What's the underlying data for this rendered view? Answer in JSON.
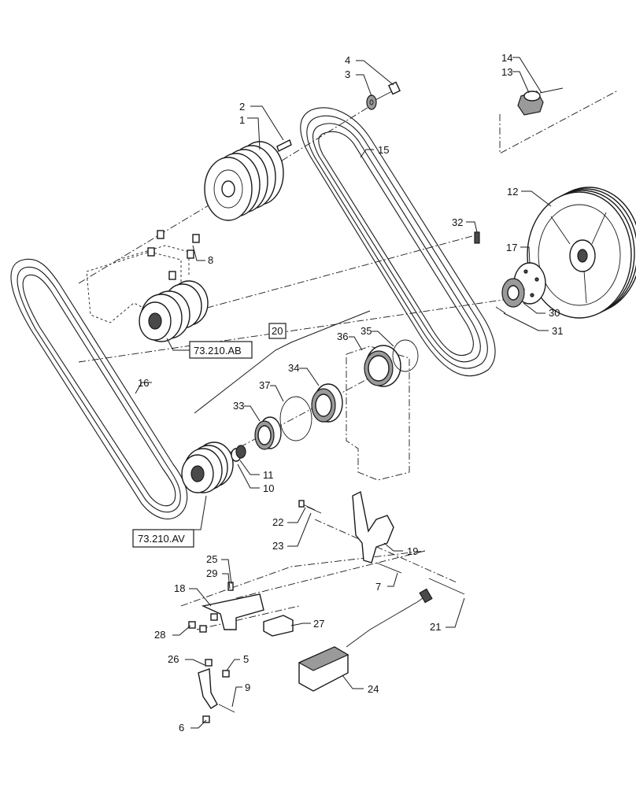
{
  "callouts": {
    "c1": "1",
    "c2": "2",
    "c3": "3",
    "c4": "4",
    "c5": "5",
    "c6": "6",
    "c7": "7",
    "c8": "8",
    "c9": "9",
    "c10": "10",
    "c11": "11",
    "c12": "12",
    "c13": "13",
    "c14": "14",
    "c15": "15",
    "c16": "16",
    "c17": "17",
    "c18": "18",
    "c19": "19",
    "c20": "20",
    "c21": "21",
    "c22": "22",
    "c23": "23",
    "c24": "24",
    "c25": "25",
    "c26": "26",
    "c27": "27",
    "c28": "28",
    "c29": "29",
    "c30": "30",
    "c31": "31",
    "c32": "32",
    "c33": "33",
    "c34": "34",
    "c35": "35",
    "c36": "36",
    "c37": "37"
  },
  "references": {
    "ab": "73.210.AB",
    "av": "73.210.AV"
  }
}
